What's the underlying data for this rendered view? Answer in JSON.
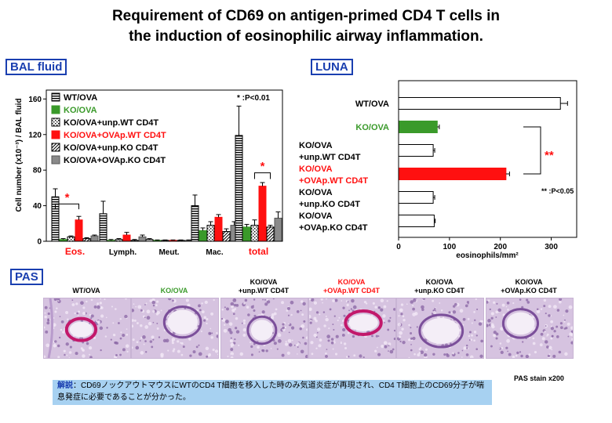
{
  "title_line1": "Requirement of CD69 on antigen-primed CD4 T cells in",
  "title_line2": "the induction of eosinophilic airway inflammation.",
  "bal_tag": "BAL fluid",
  "luna_tag": "LUNA",
  "pas_tag": "PAS",
  "colors": {
    "ko": "#3a9a2a",
    "red": "#ff1010",
    "gray": "#8a8a8a",
    "blue": "#1a3fb0"
  },
  "chart_data": [
    {
      "type": "bar",
      "ylabel": "Cell number (x10⁻³) / BAL fluid",
      "ylim": [
        0,
        170
      ],
      "yticks": [
        0,
        40,
        80,
        120,
        160
      ],
      "categories": [
        "Eos.",
        "Lymph.",
        "Meut.",
        "Mac.",
        "total"
      ],
      "category_red": [
        true,
        false,
        false,
        false,
        true
      ],
      "series": [
        {
          "name": "WT/OVA",
          "values": [
            50,
            31,
            2,
            40,
            119
          ],
          "errors": [
            9,
            14,
            1,
            12,
            33
          ]
        },
        {
          "name": "KO/OVA",
          "values": [
            2,
            1,
            1,
            12,
            16
          ],
          "errors": [
            1,
            1,
            0.5,
            3,
            3
          ]
        },
        {
          "name": "KO/OVA+unp.WT CD4T",
          "values": [
            5,
            2,
            1,
            18,
            18
          ],
          "errors": [
            1,
            1,
            0.5,
            4,
            6
          ]
        },
        {
          "name": "KO/OVA+OVAp.WT CD4T",
          "values": [
            24,
            7,
            1,
            27,
            62
          ],
          "errors": [
            4,
            3,
            0.5,
            3,
            4
          ]
        },
        {
          "name": "KO/OVA+unp.KO CD4T",
          "values": [
            3,
            1,
            1,
            11,
            16
          ],
          "errors": [
            1,
            1,
            0.5,
            3,
            2
          ]
        },
        {
          "name": "KO/OVA+OVAp.KO CD4T",
          "values": [
            6,
            5,
            1,
            18,
            26
          ],
          "errors": [
            1,
            2,
            0.5,
            4,
            7
          ]
        }
      ],
      "annotation_star": "*",
      "annotation_text": "* :P<0.01"
    },
    {
      "type": "bar",
      "orientation": "horizontal",
      "xlabel": "eosinophils/mm²",
      "xlim": [
        0,
        350
      ],
      "xticks": [
        0,
        100,
        200,
        300
      ],
      "categories": [
        [
          "WT/OVA"
        ],
        [
          "KO/OVA"
        ],
        [
          "KO/OVA",
          "+unp.WT CD4T"
        ],
        [
          "KO/OVA",
          "+OVAp.WT CD4T"
        ],
        [
          "KO/OVA",
          "+unp.KO CD4T"
        ],
        [
          "KO/OVA",
          "+OVAp.KO CD4T"
        ]
      ],
      "values": [
        318,
        76,
        68,
        211,
        68,
        70
      ],
      "errors": [
        14,
        4,
        3,
        7,
        3,
        2
      ],
      "annotation_star": "**",
      "annotation_text": "** :P<0.05"
    }
  ],
  "pas_panels": [
    [
      "WT/OVA"
    ],
    [
      "KO/OVA"
    ],
    [
      "KO/OVA",
      "+unp.WT CD4T"
    ],
    [
      "KO/OVA",
      "+OVAp.WT CD4T"
    ],
    [
      "KO/OVA",
      "+unp.KO CD4T"
    ],
    [
      "KO/OVA",
      "+OVAp.KO CD4T"
    ]
  ],
  "stain_text": "PAS stain x200",
  "note_keyword": "解説",
  "note_text": "：CD69ノックアウトマウスにWTのCD4 T細胞を移入した時のみ気道炎症が再現され、CD4 T細胞上のCD69分子が喘息発症に必要であることが分かった。"
}
